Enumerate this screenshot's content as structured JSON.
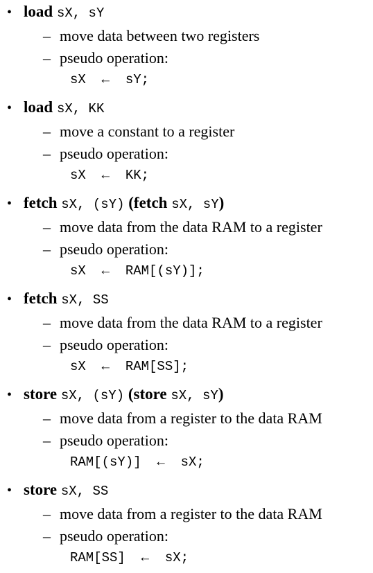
{
  "bullet": "•",
  "dash": "–",
  "instructions": [
    {
      "keyword": "load",
      "operands": "sX, sY",
      "alt_keyword": "",
      "alt_operands": "",
      "desc": "move data between two registers",
      "pseudo_label": "pseudo operation:",
      "pseudo": "sX  ←  sY;"
    },
    {
      "keyword": "load",
      "operands": "sX, KK",
      "alt_keyword": "",
      "alt_operands": "",
      "desc": "move a constant to a register",
      "pseudo_label": "pseudo operation:",
      "pseudo": "sX  ←  KK;"
    },
    {
      "keyword": "fetch",
      "operands": "sX, (sY)",
      "alt_keyword": "fetch",
      "alt_operands": "sX, sY",
      "desc": "move data from the data RAM to a register",
      "pseudo_label": "pseudo operation:",
      "pseudo": "sX  ←  RAM[(sY)];"
    },
    {
      "keyword": "fetch",
      "operands": "sX, SS",
      "alt_keyword": "",
      "alt_operands": "",
      "desc": "move data from the data RAM to a register",
      "pseudo_label": "pseudo operation:",
      "pseudo": "sX  ←  RAM[SS];"
    },
    {
      "keyword": "store",
      "operands": "sX, (sY)",
      "alt_keyword": "store",
      "alt_operands": "sX, sY",
      "desc": "move data from a register to the data RAM",
      "pseudo_label": "pseudo operation:",
      "pseudo": "RAM[(sY)]  ←  sX;"
    },
    {
      "keyword": "store",
      "operands": "sX, SS",
      "alt_keyword": "",
      "alt_operands": "",
      "desc": "move data from a register to the data RAM",
      "pseudo_label": "pseudo operation:",
      "pseudo": "RAM[SS]  ←  sX;"
    }
  ]
}
